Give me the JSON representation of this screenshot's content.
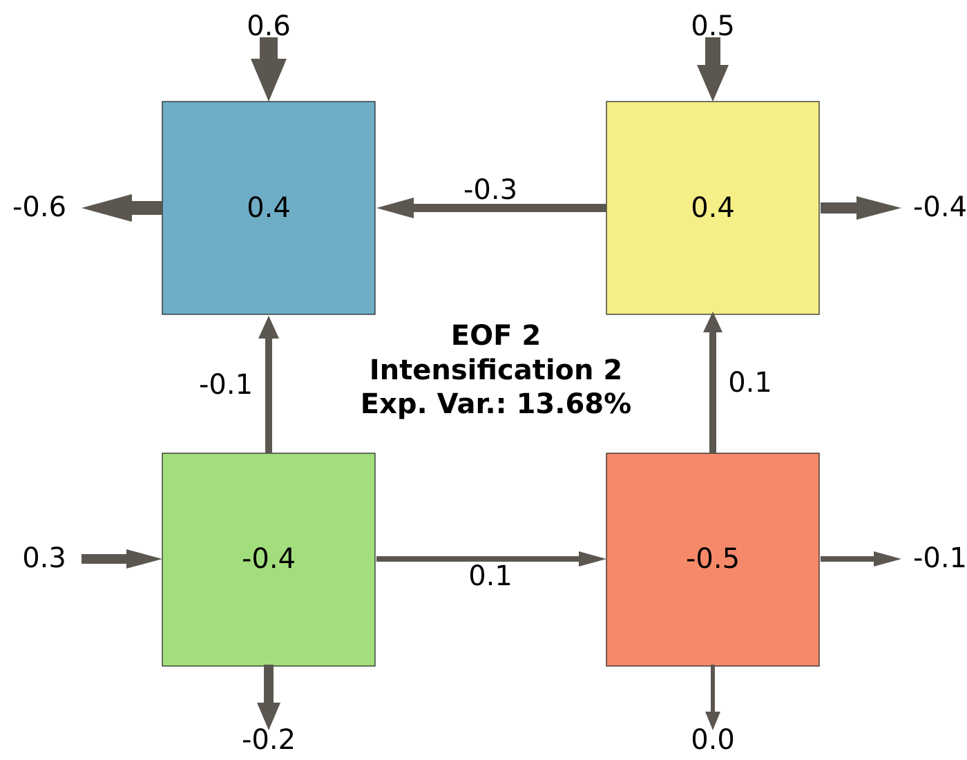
{
  "title": {
    "line1": "EOF 2",
    "line2": "Intensification 2",
    "line3": "Exp. Var.: 13.68%"
  },
  "arrow_color": "#5b5750",
  "boxes": {
    "top_left": {
      "value": "0.4",
      "color": "#6fadc6"
    },
    "top_right": {
      "value": "0.4",
      "color": "#f5ef88"
    },
    "bottom_left": {
      "value": "-0.4",
      "color": "#a3de7d"
    },
    "bottom_right": {
      "value": "-0.5",
      "color": "#f7896b"
    }
  },
  "flows": {
    "top_left_in_top": "0.6",
    "top_right_in_top": "0.5",
    "top_left_out_left": "-0.6",
    "top_right_out_right": "-0.4",
    "top_right_to_top_left": "-0.3",
    "bottom_left_to_top_left": "-0.1",
    "bottom_right_to_top_right": "0.1",
    "bottom_left_in_left": "0.3",
    "bottom_left_to_bottom_right": "0.1",
    "bottom_right_out_right": "-0.1",
    "bottom_left_out_bottom": "-0.2",
    "bottom_right_out_bottom": "0.0"
  }
}
